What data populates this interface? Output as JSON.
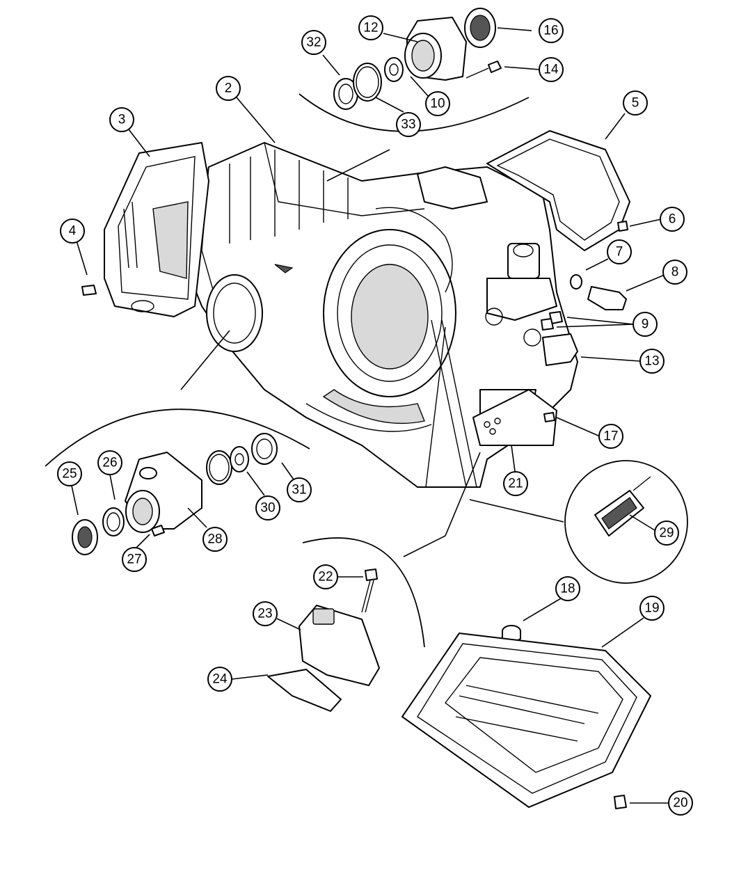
{
  "callouts": [
    {
      "id": "c2",
      "label": "2"
    },
    {
      "id": "c3",
      "label": "3"
    },
    {
      "id": "c4",
      "label": "4"
    },
    {
      "id": "c5",
      "label": "5"
    },
    {
      "id": "c6",
      "label": "6"
    },
    {
      "id": "c7",
      "label": "7"
    },
    {
      "id": "c8",
      "label": "8"
    },
    {
      "id": "c9",
      "label": "9"
    },
    {
      "id": "c10",
      "label": "10"
    },
    {
      "id": "c12",
      "label": "12"
    },
    {
      "id": "c13",
      "label": "13"
    },
    {
      "id": "c14",
      "label": "14"
    },
    {
      "id": "c16",
      "label": "16"
    },
    {
      "id": "c17",
      "label": "17"
    },
    {
      "id": "c18",
      "label": "18"
    },
    {
      "id": "c19",
      "label": "19"
    },
    {
      "id": "c20",
      "label": "20"
    },
    {
      "id": "c21",
      "label": "21"
    },
    {
      "id": "c22",
      "label": "22"
    },
    {
      "id": "c23",
      "label": "23"
    },
    {
      "id": "c24",
      "label": "24"
    },
    {
      "id": "c25",
      "label": "25"
    },
    {
      "id": "c26",
      "label": "26"
    },
    {
      "id": "c27",
      "label": "27"
    },
    {
      "id": "c28",
      "label": "28"
    },
    {
      "id": "c29",
      "label": "29"
    },
    {
      "id": "c30",
      "label": "30"
    },
    {
      "id": "c31",
      "label": "31"
    },
    {
      "id": "c32",
      "label": "32"
    },
    {
      "id": "c33",
      "label": "33"
    }
  ]
}
